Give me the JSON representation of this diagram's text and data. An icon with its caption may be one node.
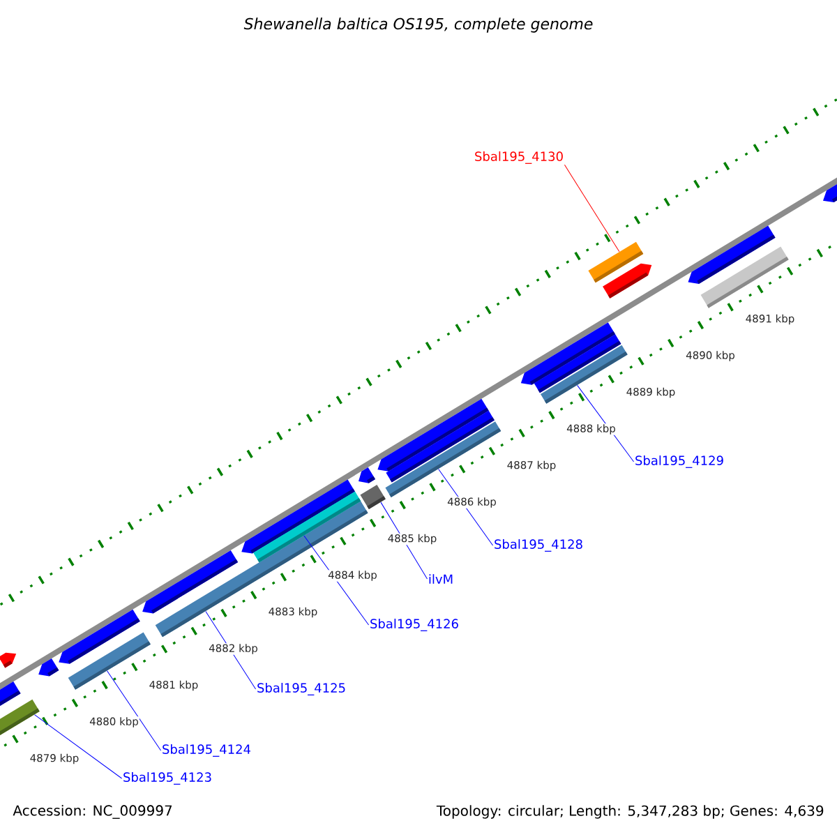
{
  "diagram": {
    "title": "Shewanella baltica OS195, complete genome",
    "nodes": [
      {
        "text": [
          "Sbal195_4130"
        ]
      },
      {
        "text": [
          "Sbal195_4129"
        ]
      },
      {
        "text": [
          "Sbal195_4128"
        ]
      },
      {
        "text": [
          "ilvM"
        ]
      },
      {
        "text": [
          "Sbal195_4126"
        ]
      },
      {
        "text": [
          "Sbal195_4125"
        ]
      },
      {
        "text": [
          "Sbal195_4124"
        ]
      },
      {
        "text": [
          "Sbal195_4123"
        ]
      },
      {
        "text": [],
        "shape": "bar"
      },
      {
        "text": [],
        "shape": "bar"
      },
      {
        "text": [],
        "shape": "bar"
      },
      {
        "text": [],
        "shape": "bar"
      },
      {
        "text": [],
        "shape": "bar"
      },
      {
        "text": [],
        "shape": "bar"
      },
      {
        "text": [],
        "shape": "bar"
      },
      {
        "text": [],
        "shape": "bar"
      }
    ],
    "edges": [
      {
        "from": 0,
        "to": 15,
        "arrow": "none",
        "color": "#ff0000"
      },
      {
        "from": 1,
        "to": 14,
        "arrow": "none"
      },
      {
        "from": 2,
        "to": 13,
        "arrow": "none"
      },
      {
        "from": 3,
        "to": 12,
        "arrow": "none"
      },
      {
        "from": 4,
        "to": 11,
        "arrow": "none"
      },
      {
        "from": 5,
        "to": 10,
        "arrow": "none"
      },
      {
        "from": 6,
        "to": 9,
        "arrow": "none"
      },
      {
        "from": 7,
        "to": 8,
        "arrow": "none"
      }
    ],
    "labels": [
      "4879 kbp",
      "4880 kbp",
      "4881 kbp",
      "4882 kbp",
      "4883 kbp",
      "4884 kbp",
      "4885 kbp",
      "4886 kbp",
      "4887 kbp",
      "4888 kbp",
      "4889 kbp",
      "4890 kbp",
      "4891 kbp",
      "Accession: NC_009997",
      "Topology: circular; Length: 5,347,283 bp; Genes: 4,639"
    ]
  }
}
